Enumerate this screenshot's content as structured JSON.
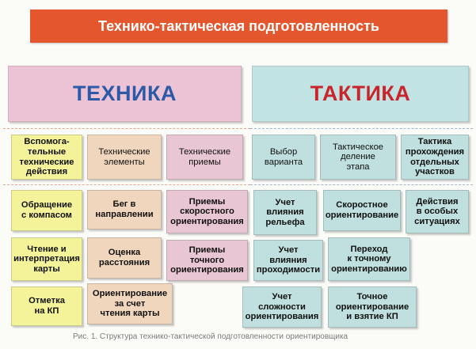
{
  "title": "Технико-тактическая подготовленность",
  "technique": {
    "heading": "ТЕХНИКА",
    "col1": {
      "header": "Вспомога-\nтельные\nтехнические\nдействия",
      "items": [
        "Обращение\nс компасом",
        "Чтение и\nинтерпретация\nкарты",
        "Отметка\nна КП"
      ]
    },
    "col2": {
      "header": "Технические\nэлементы",
      "items": [
        "Бег в\nнаправлении",
        "Оценка\nрасстояния",
        "Ориентирование\nза счет\nчтения карты"
      ]
    },
    "col3": {
      "header": "Технические\nприемы",
      "items": [
        "Приемы\nскоростного\nориентирования",
        "Приемы\nточного\nориентирования"
      ]
    }
  },
  "tactics": {
    "heading": "ТАКТИКА",
    "col1": {
      "header": "Выбор\nварианта",
      "items": [
        "Учет\nвлияния\nрельефа",
        "Учет\nвлияния\nпроходимости",
        "Учет\nсложности\nориентирования"
      ]
    },
    "col2": {
      "header": "Тактическое\nделение\nэтапа",
      "items": [
        "Скоростное\nориентирование",
        "Переход\nк точному\nориентированию",
        "Точное\nориентирование\nи взятие КП"
      ]
    },
    "col3": {
      "header": "Тактика\nпрохождения\nотдельных\nучастков",
      "items": [
        "Действия\nв особых\nситуациях"
      ]
    }
  },
  "caption": "Рис. 1. Структура технико-тактической подготовленности ориентировщика",
  "colors": {
    "title_bg": "#e4572e",
    "technique_bg": "#ecc3d4",
    "technique_text": "#2c5aa8",
    "tactics_bg": "#c2e3e3",
    "tactics_text": "#c8262c",
    "yellow": "#f4f39a",
    "peach": "#f0d6bc",
    "pink": "#e9c6d3",
    "teal": "#bfe0de",
    "divider_red": "#e2a78e",
    "divider_blue": "#9ab8d2"
  }
}
